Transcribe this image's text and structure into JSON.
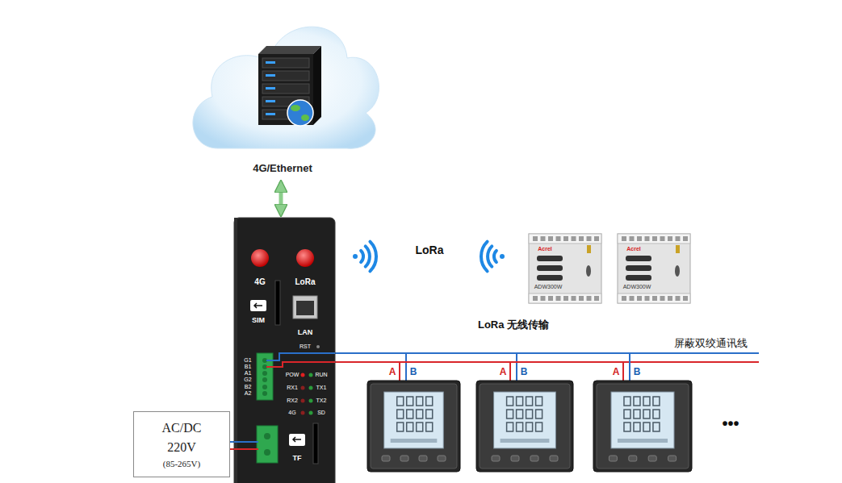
{
  "diagram": {
    "nodes": [
      {
        "text": [
          "4G/Ethernet"
        ]
      },
      {
        "text": [
          "4G",
          "LoRa",
          "SIM",
          "LAN",
          "RST",
          "G1",
          "B1",
          "A1",
          "G2",
          "B2",
          "A2",
          "POW",
          "RUN",
          "RX1",
          "TX1",
          "RX2",
          "TX2",
          "4G",
          "SD",
          "TF"
        ]
      },
      {
        "text": [
          "Acrel",
          "ADW300W"
        ]
      },
      {
        "text": [
          "Acrel",
          "ADW300W"
        ]
      },
      {
        "text": [
          "A",
          "B"
        ]
      },
      {
        "text": [
          "A",
          "B"
        ]
      },
      {
        "text": [
          "A",
          "B"
        ]
      },
      {
        "text": [
          "AC/DC 220V",
          "(85-265V)"
        ]
      }
    ],
    "edges": [
      {
        "from": 0,
        "to": 1,
        "arrow": "both"
      },
      {
        "from": 7,
        "to": 1,
        "arrow": "none"
      },
      {
        "from": 1,
        "to": 4,
        "arrow": "none"
      },
      {
        "from": 1,
        "to": 5,
        "arrow": "none"
      },
      {
        "from": 1,
        "to": 6,
        "arrow": "none"
      }
    ],
    "labels": [
      "LoRa",
      "LoRa 无线传输",
      "屏蔽双绞通讯线",
      "•••"
    ]
  }
}
